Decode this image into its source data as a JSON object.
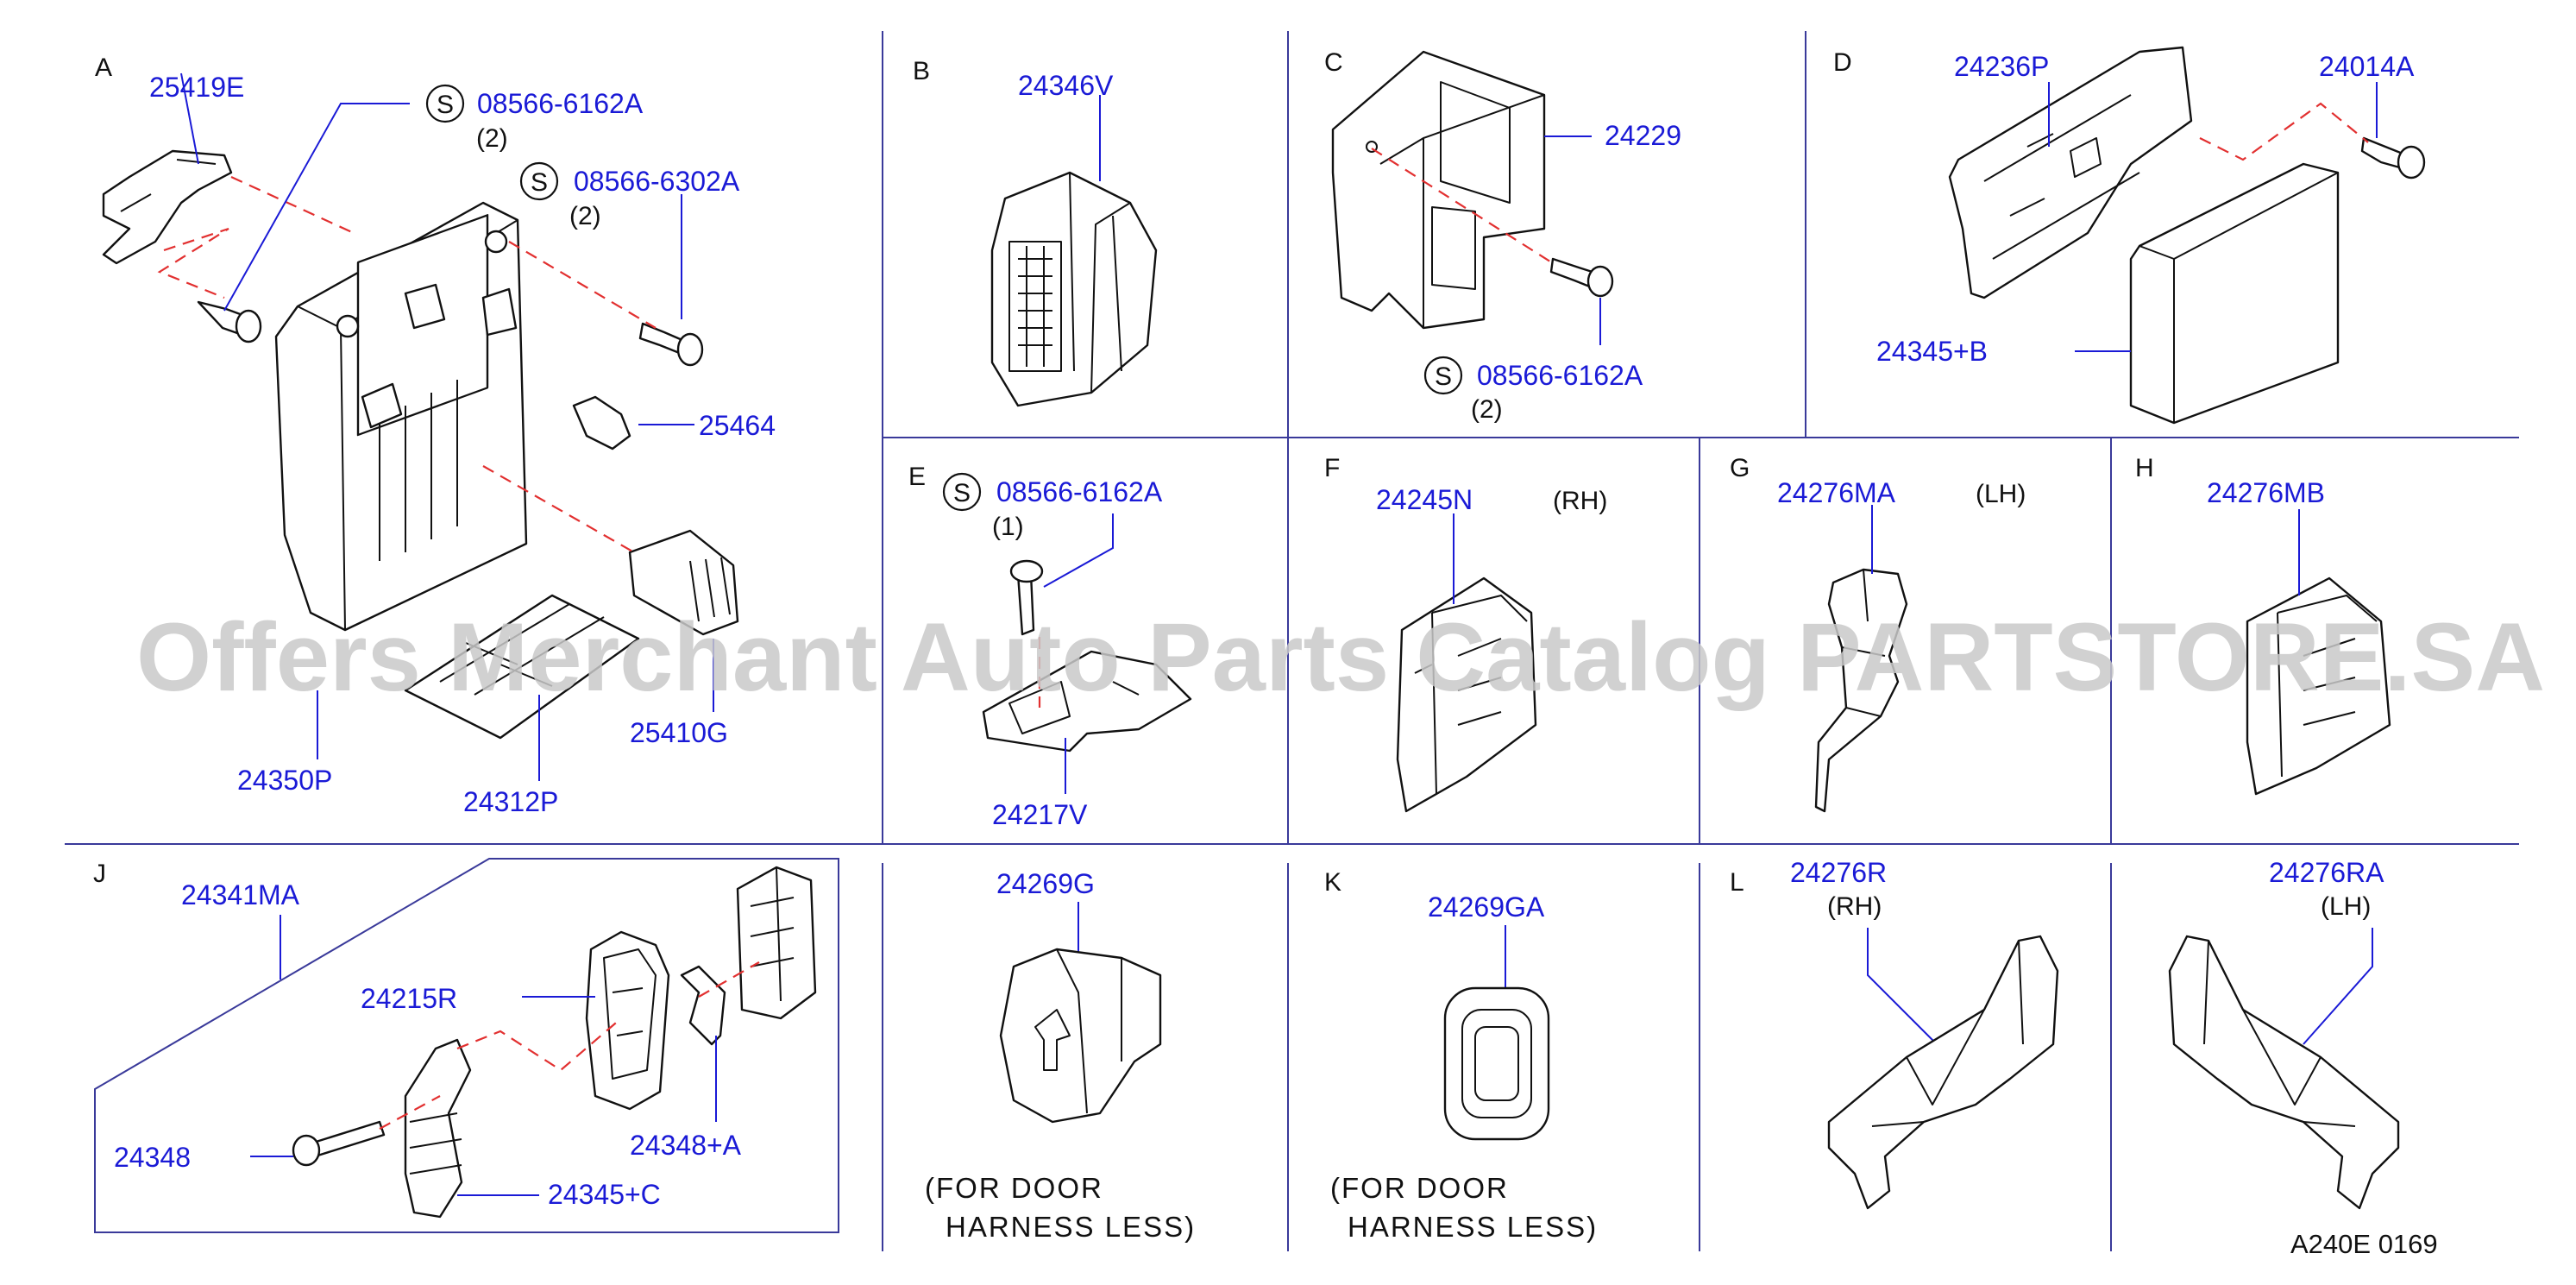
{
  "diagram": {
    "code": "A240E  0169",
    "watermark": "Offers Merchant Auto Parts Catalog PARTSTORE.SA",
    "colors": {
      "part_number": "#1a1ad6",
      "leader_line": "#3a3a9a",
      "dashed_guide": "#e23030",
      "divider": "#3a3a9a",
      "watermark": "#c9c9c9"
    },
    "sections": {
      "A": {
        "label": "A",
        "parts": [
          "25419E",
          "08566-6162A",
          "08566-6302A",
          "25464",
          "25410G",
          "24350P",
          "24312P"
        ],
        "qty": [
          "(2)",
          "(2)"
        ],
        "s_mark": "S"
      },
      "B": {
        "label": "B",
        "parts": [
          "24346V"
        ]
      },
      "C": {
        "label": "C",
        "parts": [
          "24229",
          "08566-6162A"
        ],
        "qty": [
          "(2)"
        ],
        "s_mark": "S"
      },
      "D": {
        "label": "D",
        "parts": [
          "24236P",
          "24014A",
          "24345+B"
        ]
      },
      "E": {
        "label": "E",
        "parts": [
          "08566-6162A",
          "24217V"
        ],
        "qty": [
          "(1)"
        ],
        "s_mark": "S"
      },
      "F": {
        "label": "F",
        "parts": [
          "24245N"
        ],
        "side": "(RH)"
      },
      "G": {
        "label": "G",
        "parts": [
          "24276MA"
        ],
        "side": "(LH)"
      },
      "H": {
        "label": "H",
        "parts": [
          "24276MB"
        ]
      },
      "J": {
        "label": "J",
        "parts": [
          "24341MA",
          "24215R",
          "24348+A",
          "24348",
          "24345+C"
        ]
      },
      "J2": {
        "parts": [
          "24269G"
        ],
        "note_line1": "(FOR  DOOR",
        "note_line2": "HARNESS  LESS)"
      },
      "K": {
        "label": "K",
        "parts": [
          "24269GA"
        ],
        "note_line1": "(FOR  DOOR",
        "note_line2": "HARNESS  LESS)"
      },
      "L": {
        "label": "L",
        "parts": [
          "24276R",
          "24276RA"
        ],
        "sides": [
          "(RH)",
          "(LH)"
        ]
      }
    }
  }
}
